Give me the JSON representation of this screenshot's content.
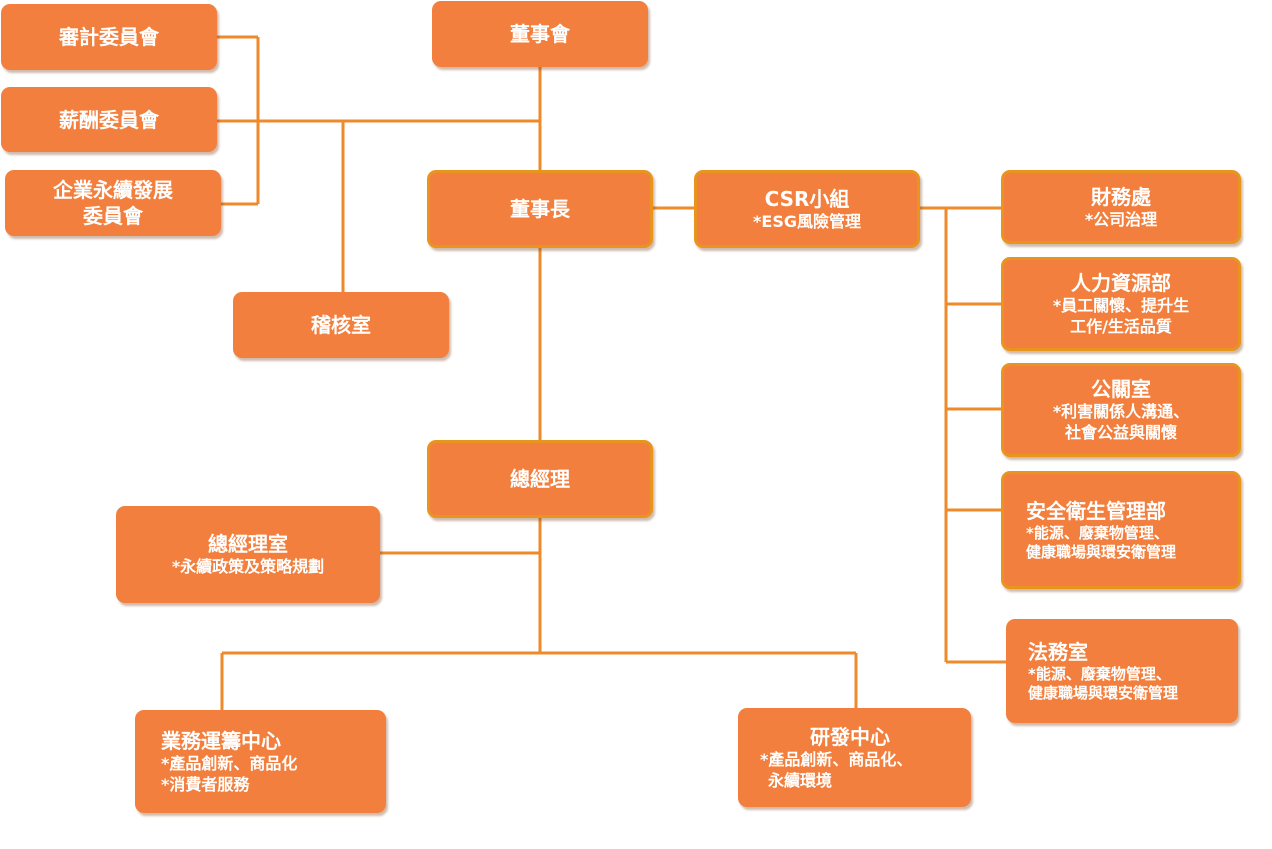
{
  "nodes": {
    "board": {
      "title": "董事會"
    },
    "audit_committee": {
      "title": "審計委員會"
    },
    "compensation_committee": {
      "title": "薪酬委員會"
    },
    "sustainability_committee": {
      "line1": "企業永續發展",
      "line2": "委員會"
    },
    "chairman": {
      "title": "董事長"
    },
    "audit_office": {
      "title": "稽核室"
    },
    "csr_group": {
      "title": "CSR小組",
      "sub": "*ESG風險管理"
    },
    "finance": {
      "title": "財務處",
      "sub": "*公司治理"
    },
    "hr": {
      "title": "人力資源部",
      "sub1": "*員工關懷、提升生",
      "sub2": "工作/生活品質"
    },
    "pr": {
      "title": "公關室",
      "sub1": "*利害關係人溝通、",
      "sub2": "社會公益與關懷"
    },
    "safety": {
      "title": "安全衛生管理部",
      "sub1": "*能源、廢棄物管理、",
      "sub2": "健康職場與環安衛管理"
    },
    "legal": {
      "title": "法務室",
      "sub1": "*能源、廢棄物管理、",
      "sub2": "健康職場與環安衛管理"
    },
    "gm": {
      "title": "總經理"
    },
    "gm_office": {
      "title": "總經理室",
      "sub": "*永續政策及策略規劃"
    },
    "operations": {
      "title": "業務運籌中心",
      "sub1": "*產品創新、商品化",
      "sub2": "*消費者服務"
    },
    "rd": {
      "title": "研發中心",
      "sub1": "*產品創新、商品化、",
      "sub2": "永續環境"
    }
  },
  "colors": {
    "box_fill": "#f27f3d",
    "box_border": "#e8951f",
    "connector": "#ef8a2b",
    "text": "#ffffff"
  }
}
